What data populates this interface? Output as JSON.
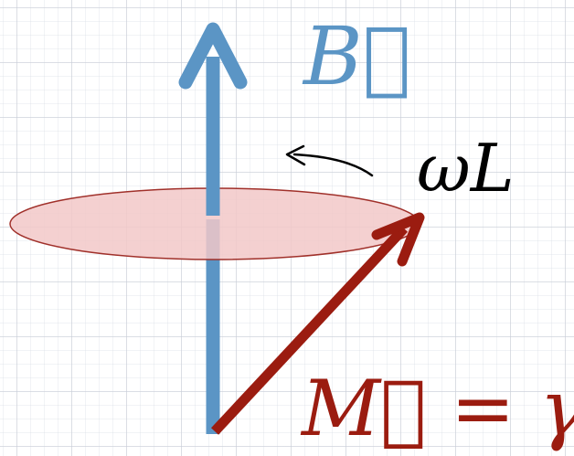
{
  "colors": {
    "field_arrow": "#5b95c5",
    "moment_arrow": "#9b1c10",
    "precession_disk_fill": "#f2c8c8",
    "precession_disk_stroke": "#a0302a",
    "grid_line": "#c8cdd7",
    "text_dark": "#000000"
  },
  "icons": {
    "field_arrow": "up-arrow",
    "moment_arrow": "diagonal-arrow",
    "rotation_arrow": "curved-arrow"
  },
  "labels": {
    "field": "B⃗",
    "larmor_frequency": "ωL",
    "moment_equation": "M⃗ = γI⃗"
  }
}
